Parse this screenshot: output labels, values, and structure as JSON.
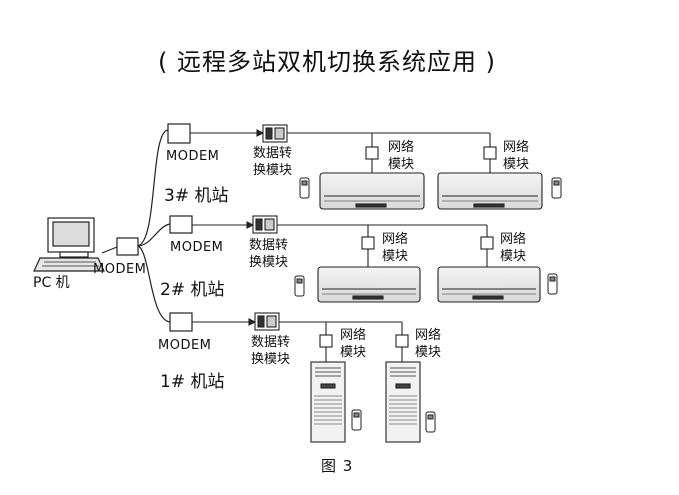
{
  "title": "( 远程多站双机切换系统应用 )",
  "caption": "图 3",
  "pc_label": "PC 机",
  "main_modem_label": "MODEM",
  "stations": [
    {
      "label": "3# 机站",
      "modem_label": "MODEM",
      "converter": [
        "数据转",
        "换模块"
      ],
      "net_modules": [
        [
          "网络",
          "模块"
        ],
        [
          "网络",
          "模块"
        ]
      ]
    },
    {
      "label": "2# 机站",
      "modem_label": "MODEM",
      "converter": [
        "数据转",
        "换模块"
      ],
      "net_modules": [
        [
          "网络",
          "模块"
        ],
        [
          "网络",
          "模块"
        ]
      ]
    },
    {
      "label": "1# 机站",
      "modem_label": "MODEM",
      "converter": [
        "数据转",
        "换模块"
      ],
      "net_modules": [
        [
          "网络",
          "模块"
        ],
        [
          "网络",
          "模块"
        ]
      ]
    }
  ]
}
